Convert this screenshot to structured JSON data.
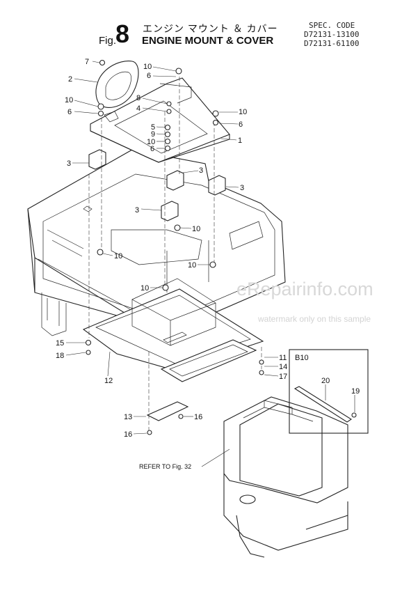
{
  "header": {
    "fig_prefix": "Fig.",
    "fig_number": "8",
    "title_jp": "エンジン マウント ＆ カバー",
    "title_en": "ENGINE MOUNT & COVER",
    "spec_label": "SPEC. CODE",
    "spec_codes": [
      "D72131-13100",
      "D72131-61100"
    ]
  },
  "callouts": [
    {
      "id": "p7",
      "label": "7"
    },
    {
      "id": "p2",
      "label": "2"
    },
    {
      "id": "p10a",
      "label": "10"
    },
    {
      "id": "p6a",
      "label": "6"
    },
    {
      "id": "p10b",
      "label": "10"
    },
    {
      "id": "p6b",
      "label": "6"
    },
    {
      "id": "p8",
      "label": "8"
    },
    {
      "id": "p4",
      "label": "4"
    },
    {
      "id": "p10c",
      "label": "10"
    },
    {
      "id": "p6c",
      "label": "6"
    },
    {
      "id": "p5",
      "label": "5"
    },
    {
      "id": "p9",
      "label": "9"
    },
    {
      "id": "p10d",
      "label": "10"
    },
    {
      "id": "p6d",
      "label": "6"
    },
    {
      "id": "p1",
      "label": "1"
    },
    {
      "id": "p3a",
      "label": "3"
    },
    {
      "id": "p3b",
      "label": "3"
    },
    {
      "id": "p3c",
      "label": "3"
    },
    {
      "id": "p3d",
      "label": "3"
    },
    {
      "id": "p10e",
      "label": "10"
    },
    {
      "id": "p10f",
      "label": "10"
    },
    {
      "id": "p10g",
      "label": "10"
    },
    {
      "id": "p10h",
      "label": "10"
    },
    {
      "id": "p15",
      "label": "15"
    },
    {
      "id": "p18",
      "label": "18"
    },
    {
      "id": "p12",
      "label": "12"
    },
    {
      "id": "p11",
      "label": "11"
    },
    {
      "id": "p14",
      "label": "14"
    },
    {
      "id": "p17",
      "label": "17"
    },
    {
      "id": "p13",
      "label": "13"
    },
    {
      "id": "p16a",
      "label": "16"
    },
    {
      "id": "p16b",
      "label": "16"
    },
    {
      "id": "p20",
      "label": "20"
    },
    {
      "id": "p19",
      "label": "19"
    }
  ],
  "inset_label": "B10",
  "refer_note": "REFER TO Fig. 32",
  "watermark": {
    "main": "eRepairinfo.com",
    "sub": "watermark only on this sample"
  }
}
